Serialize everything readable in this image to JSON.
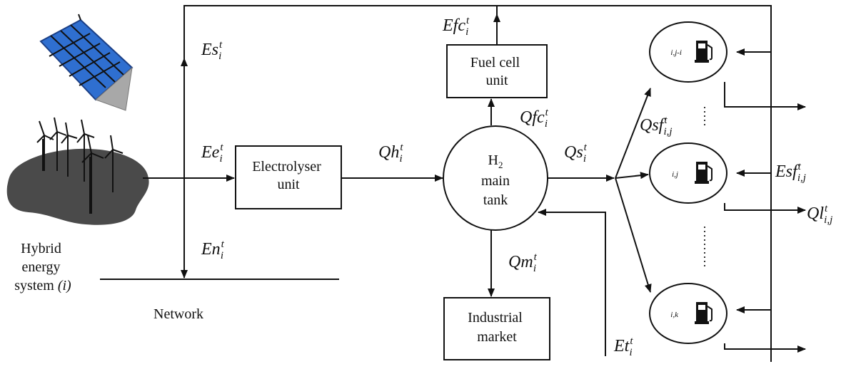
{
  "source": {
    "label_lines": [
      "Hybrid",
      "energy",
      "system "
    ],
    "label_index": "(i)"
  },
  "network_label": "Network",
  "boxes": {
    "electrolyser": [
      "Electrolyser",
      "unit"
    ],
    "fuel_cell": [
      "Fuel cell",
      "unit"
    ],
    "industrial": [
      "Industrial",
      "market"
    ]
  },
  "tank": {
    "h2_symbol": "H",
    "h2_subscript": "2",
    "line2": "main",
    "line3": "tank"
  },
  "stations": {
    "top_label": "i,j-i",
    "mid_label": "i,j",
    "bot_label": "i,k"
  },
  "variables": {
    "es": {
      "main": "Es",
      "sup": "t",
      "sub": "i"
    },
    "ee": {
      "main": "Ee",
      "sup": "t",
      "sub": "i"
    },
    "en": {
      "main": "En",
      "sup": "t",
      "sub": "i"
    },
    "qh": {
      "main": "Qh",
      "sup": "t",
      "sub": "i"
    },
    "efc": {
      "main": "Efc",
      "sup": "t",
      "sub": "i"
    },
    "qfc": {
      "main": "Qfc",
      "sup": "t",
      "sub": "i"
    },
    "qs": {
      "main": "Qs",
      "sup": "t",
      "sub": "i"
    },
    "qm": {
      "main": "Qm",
      "sup": "t",
      "sub": "i"
    },
    "qsf": {
      "main": "Qsf",
      "sup": "t",
      "sub": "i,j"
    },
    "esf": {
      "main": "Esf",
      "sup": "t",
      "sub": "i,j"
    },
    "ql": {
      "main": "Ql",
      "sup": "t",
      "sub": "i,j"
    },
    "et": {
      "main": "Et",
      "sup": "t",
      "sub": "i"
    }
  },
  "colors": {
    "solar_panel": "#2f6fd0",
    "solar_grid": "#9cc3f0",
    "land": "#4a4a4a",
    "turbine": "#e8e8e8",
    "line": "#111111"
  },
  "icons": {
    "solar": "solar-panel-icon",
    "wind": "wind-turbine-icon",
    "pump": "fuel-pump-icon"
  }
}
